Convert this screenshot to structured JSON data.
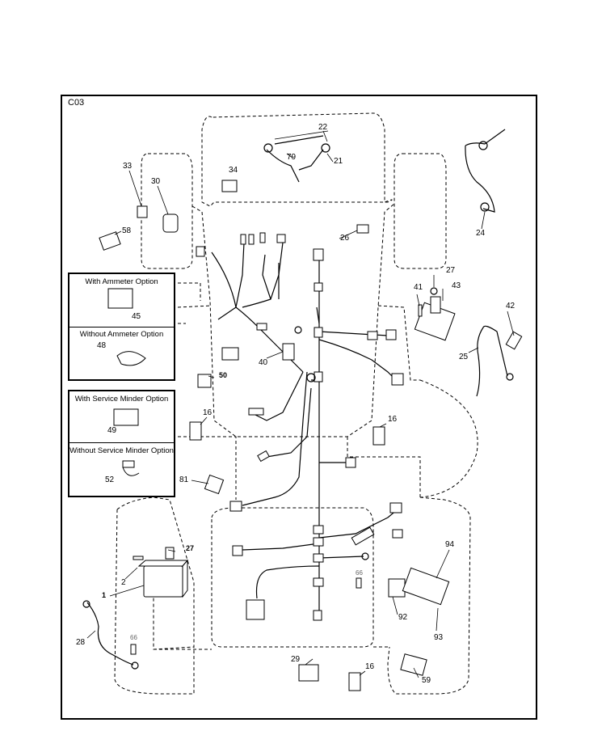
{
  "figure_code": "C03",
  "options": {
    "with_ammeter": "With Ammeter Option",
    "without_ammeter": "Without Ammeter Option",
    "with_service_minder": "With Service Minder Option",
    "without_service_minder": "Without Service Minder Option"
  },
  "part_numbers": {
    "p1": "1",
    "p2": "2",
    "p16a": "16",
    "p16b": "16",
    "p16c": "16",
    "p21": "21",
    "p22": "22",
    "p24": "24",
    "p25": "25",
    "p26": "26",
    "p27a": "27",
    "p27b": "27",
    "p28": "28",
    "p29": "29",
    "p30": "30",
    "p33": "33",
    "p34": "34",
    "p40": "40",
    "p41": "41",
    "p42": "42",
    "p43": "43",
    "p45": "45",
    "p48": "48",
    "p49": "49",
    "p50": "50",
    "p52": "52",
    "p58": "58",
    "p59": "59",
    "p66a": "66",
    "p66b": "66",
    "p79": "79",
    "p81": "81",
    "p92": "92",
    "p93": "93",
    "p94": "94"
  }
}
